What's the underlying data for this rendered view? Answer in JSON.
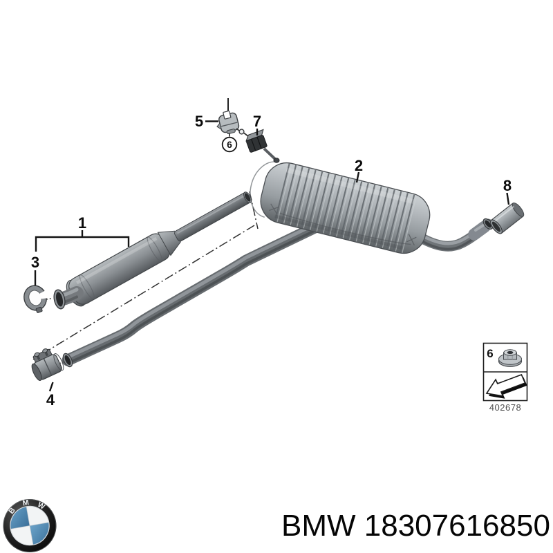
{
  "page": {
    "background": "#ffffff"
  },
  "diagram": {
    "callouts": [
      {
        "label": "1"
      },
      {
        "label": "2"
      },
      {
        "label": "3"
      },
      {
        "label": "4"
      },
      {
        "label": "5"
      },
      {
        "label": "6"
      },
      {
        "label": "7"
      },
      {
        "label": "8"
      }
    ],
    "circled_callout": "6",
    "legend": {
      "item_label": "6",
      "code": "402678"
    },
    "colors": {
      "metal_light": "#c3c8cb",
      "metal_mid": "#8d9296",
      "metal_dark": "#55595d",
      "outline": "#3e4144",
      "label_color": "#0c0c0c"
    }
  },
  "footer": {
    "brand": "BMW",
    "part_number": "18307616850",
    "display": "BMW 18307616850",
    "logo_letters": [
      "B",
      "M",
      "W"
    ],
    "logo_blue": "#4b86b4"
  }
}
